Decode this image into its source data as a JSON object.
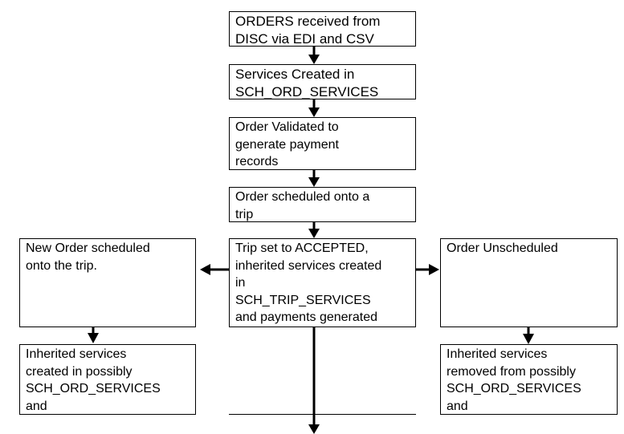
{
  "diagram": {
    "nodes": {
      "orders_received": "ORDERS received from\nDISC via EDI and CSV",
      "services_created": "Services Created in\nSCH_ORD_SERVICES",
      "order_validated": "Order Validated to\ngenerate payment\nrecords",
      "order_scheduled": "Order scheduled onto a\ntrip",
      "trip_accepted": "Trip set to ACCEPTED,\ninherited services created\nin\nSCH_TRIP_SERVICES\nand payments generated",
      "new_order_scheduled": "New Order scheduled\nonto the trip.",
      "order_unscheduled": "Order Unscheduled",
      "inherited_created": "Inherited services\ncreated in possibly\nSCH_ORD_SERVICES\nand",
      "inherited_removed": "Inherited services\nremoved from possibly\nSCH_ORD_SERVICES\nand"
    },
    "edges": [
      {
        "from": "orders_received",
        "to": "services_created"
      },
      {
        "from": "services_created",
        "to": "order_validated"
      },
      {
        "from": "order_validated",
        "to": "order_scheduled"
      },
      {
        "from": "order_scheduled",
        "to": "trip_accepted"
      },
      {
        "from": "trip_accepted",
        "to": "new_order_scheduled"
      },
      {
        "from": "trip_accepted",
        "to": "order_unscheduled"
      },
      {
        "from": "new_order_scheduled",
        "to": "inherited_created"
      },
      {
        "from": "order_unscheduled",
        "to": "inherited_removed"
      },
      {
        "from": "trip_accepted",
        "to": "continues-below"
      }
    ]
  }
}
